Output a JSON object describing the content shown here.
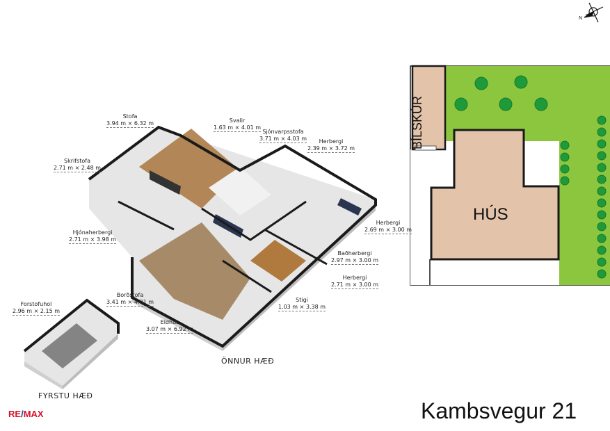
{
  "compass": {
    "label": "N"
  },
  "floors": {
    "upper": "ÖNNUR HÆÐ",
    "lower": "FYRSTU HÆÐ"
  },
  "rooms": [
    {
      "name": "Stofa",
      "dim": "3.94 m × 6.32 m"
    },
    {
      "name": "Svalir",
      "dim": "1.63 m × 4.01 m"
    },
    {
      "name": "Sjónvarpsstofa",
      "dim": "3.71 m × 4.03 m"
    },
    {
      "name": "Herbergi",
      "dim": "2.39 m × 3.72 m"
    },
    {
      "name": "Skrifstofa",
      "dim": "2.71 m × 2.48 m"
    },
    {
      "name": "Herbergi",
      "dim": "2.69 m × 3.00 m"
    },
    {
      "name": "Hjónaherbergi",
      "dim": "2.71 m × 3.98 m"
    },
    {
      "name": "Baðherbergi",
      "dim": "2.97 m × 3.00 m"
    },
    {
      "name": "Herbergi",
      "dim": "2.71 m × 3.00 m"
    },
    {
      "name": "Borðstofa",
      "dim": "3.41 m × 4.01 m"
    },
    {
      "name": "Stigi",
      "dim": "1.03 m × 3.38 m"
    },
    {
      "name": "Eldhús",
      "dim": "3.07 m × 6.92 m"
    },
    {
      "name": "Forstofuhol",
      "dim": "2.96 m × 2.15 m"
    }
  ],
  "site": {
    "garage": "BÍLSKÚR",
    "house": "HÚS"
  },
  "address": "Kambsvegur 21",
  "logo": {
    "text_a": "RE",
    "slash": "/",
    "text_b": "MAX"
  },
  "colors": {
    "lawn": "#8cc63f",
    "house": "#e3c4aa",
    "wall": "#1a1a1a",
    "wood": "#a8743c"
  }
}
